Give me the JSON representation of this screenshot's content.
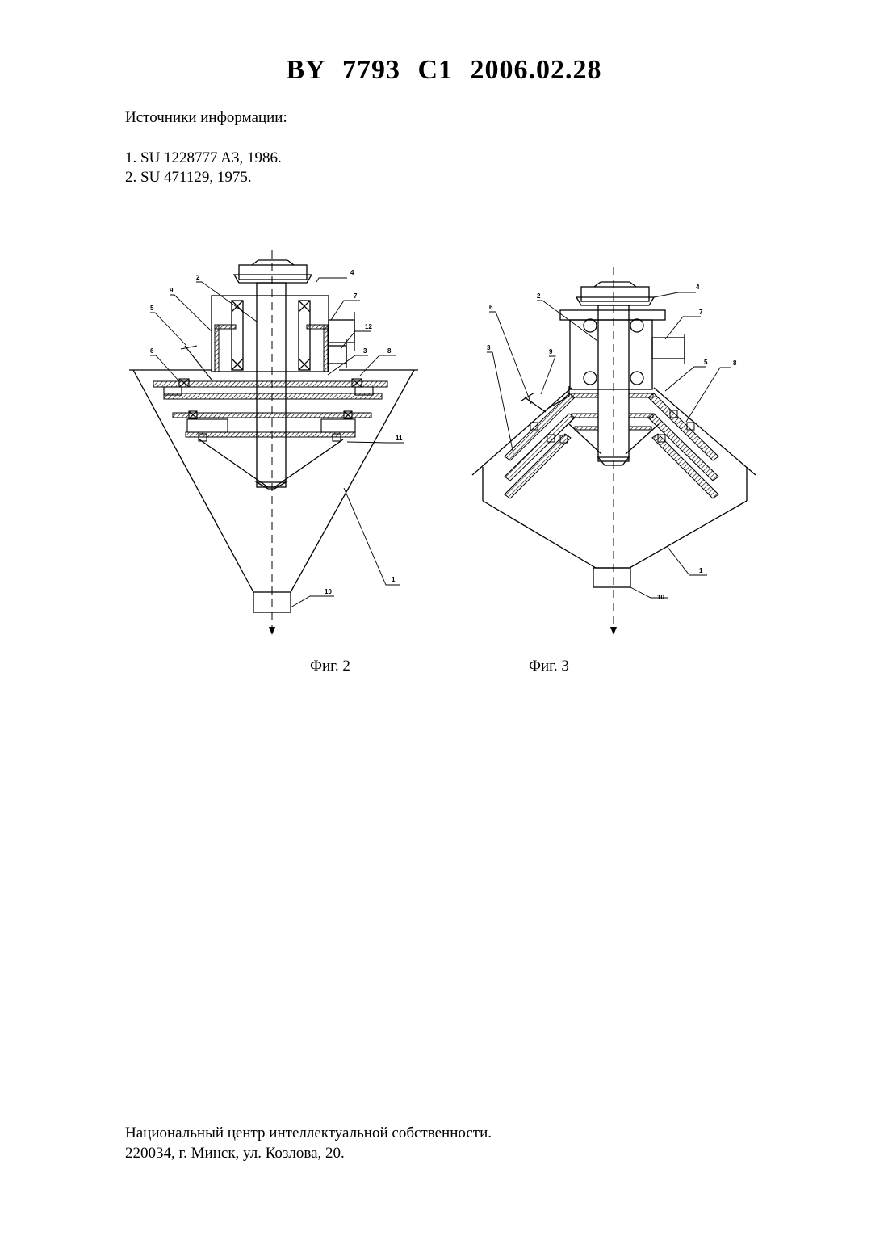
{
  "header": "BY  7793  C1  2006.02.28",
  "sources": {
    "title": "Источники информации:",
    "items": [
      "1. SU 1228777 A3, 1986.",
      "2. SU 471129, 1975."
    ]
  },
  "figures": [
    {
      "caption": "Фиг. 2",
      "labels": [
        "1",
        "2",
        "3",
        "4",
        "5",
        "6",
        "7",
        "8",
        "9",
        "10",
        "11",
        "12"
      ]
    },
    {
      "caption": "Фиг. 3",
      "labels": [
        "1",
        "2",
        "3",
        "4",
        "5",
        "6",
        "7",
        "8",
        "9",
        "10"
      ]
    }
  ],
  "footer": {
    "line1": "Национальный центр интеллектуальной собственности.",
    "line2": "220034, г. Минск, ул. Козлова, 20."
  }
}
